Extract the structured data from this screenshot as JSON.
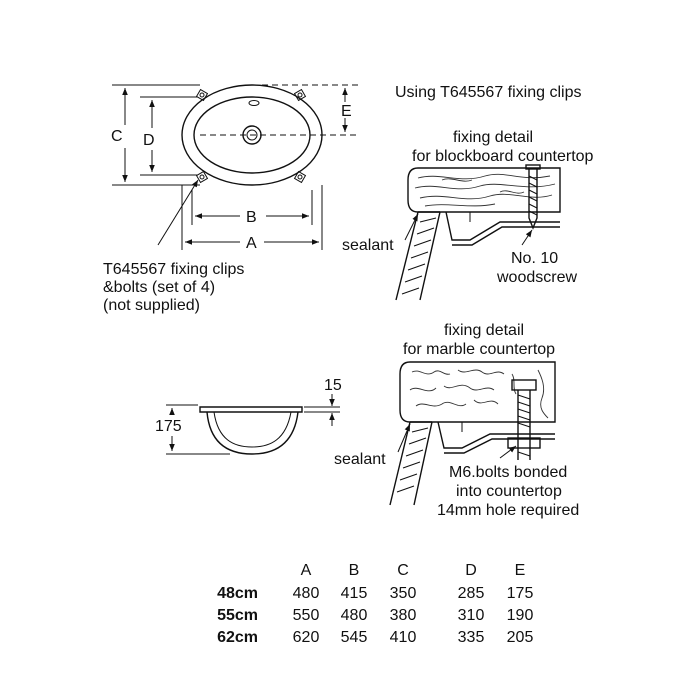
{
  "plan_view": {
    "label_a": "A",
    "label_b": "B",
    "label_c": "C",
    "label_d": "D",
    "label_e": "E"
  },
  "clips_note": {
    "line1": "T645567 fixing clips",
    "line2": "&bolts (set of 4)",
    "line3": "(not supplied)"
  },
  "section_view": {
    "depth_label": "175",
    "rim_label": "15"
  },
  "heading": "Using T645567 fixing clips",
  "blockboard_detail": {
    "title1": "fixing detail",
    "title2": "for blockboard countertop",
    "sealant": "sealant",
    "screw1": "No. 10",
    "screw2": "woodscrew"
  },
  "marble_detail": {
    "title1": "fixing detail",
    "title2": "for marble countertop",
    "sealant": "sealant",
    "bolt1": "M6.bolts bonded",
    "bolt2": "into countertop",
    "bolt3": "14mm hole required"
  },
  "dimensions_table": {
    "headers": [
      "A",
      "B",
      "C",
      "D",
      "E"
    ],
    "rows": [
      {
        "size": "48cm",
        "values": [
          "480",
          "415",
          "350",
          "285",
          "175"
        ]
      },
      {
        "size": "55cm",
        "values": [
          "550",
          "480",
          "380",
          "310",
          "190"
        ]
      },
      {
        "size": "62cm",
        "values": [
          "620",
          "545",
          "410",
          "335",
          "205"
        ]
      }
    ]
  }
}
